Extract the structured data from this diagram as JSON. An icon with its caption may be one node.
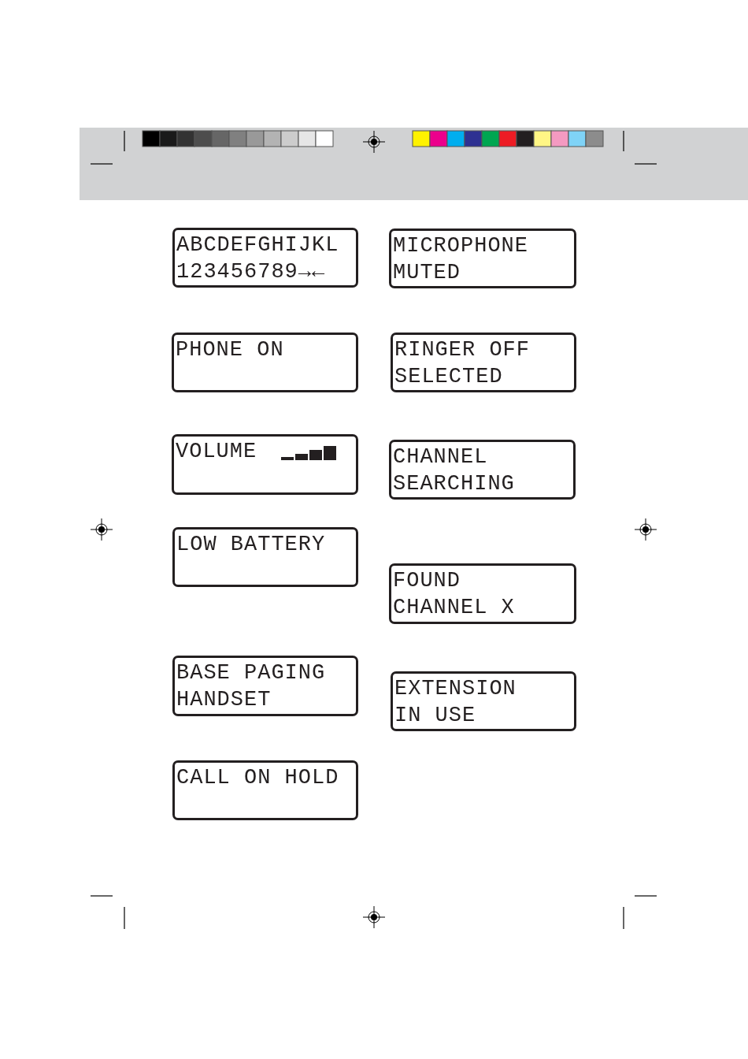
{
  "diagram": {
    "nodes": [
      {
        "text": [
          "ABCDEFGHIJKL",
          "123456789→←"
        ]
      },
      {
        "text": [
          "MICROPHONE",
          "MUTED"
        ]
      },
      {
        "text": [
          "PHONE ON"
        ]
      },
      {
        "text": [
          "RINGER OFF",
          "SELECTED"
        ]
      },
      {
        "text": [
          "VOLUME"
        ]
      },
      {
        "text": [
          "CHANNEL",
          "SEARCHING"
        ]
      },
      {
        "text": [
          "LOW BATTERY"
        ]
      },
      {
        "text": [
          "FOUND",
          "CHANNEL X"
        ]
      },
      {
        "text": [
          "BASE PAGING",
          "HANDSET"
        ]
      },
      {
        "text": [
          "EXTENSION",
          "IN USE"
        ]
      },
      {
        "text": [
          "CALL ON HOLD"
        ]
      }
    ],
    "edges": []
  }
}
